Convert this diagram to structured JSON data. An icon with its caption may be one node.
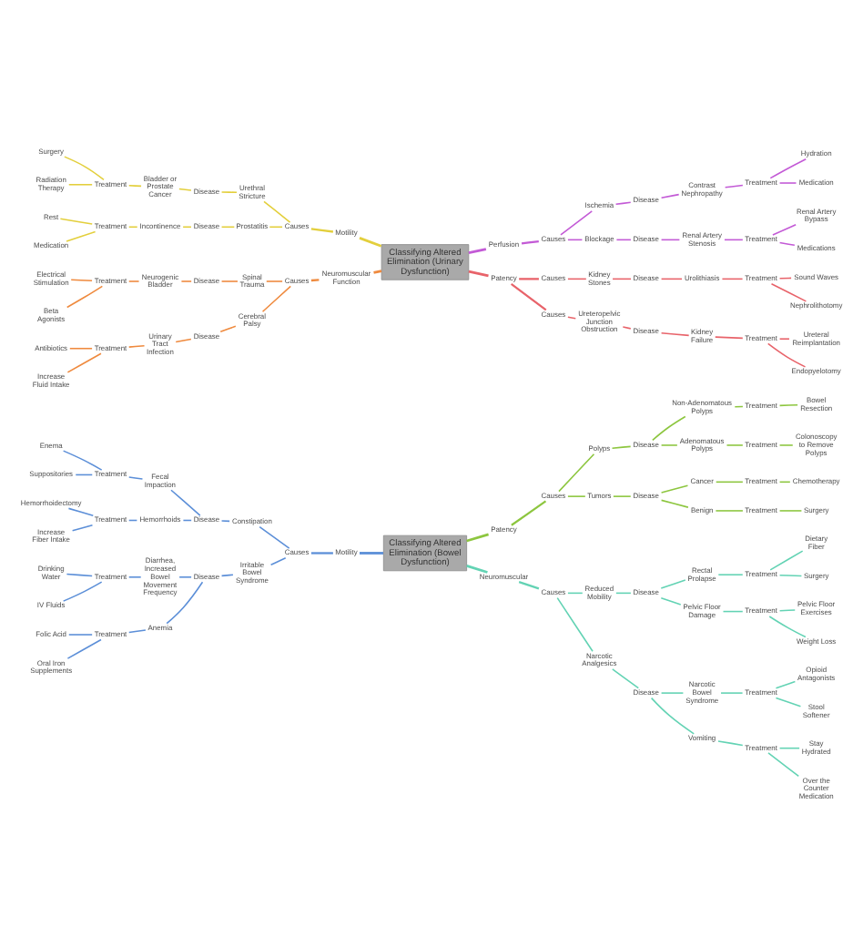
{
  "diagram": {
    "nodes": [
      {
        "text": [
          "Classifying Altered Elimination (Urinary Dysfunction)"
        ]
      },
      {
        "text": [
          "Motility"
        ]
      },
      {
        "text": [
          "Causes"
        ]
      },
      {
        "text": [
          "Urethral Stricture"
        ]
      },
      {
        "text": [
          "Disease"
        ]
      },
      {
        "text": [
          "Bladder or Prostate Cancer"
        ]
      },
      {
        "text": [
          "Treatment"
        ]
      },
      {
        "text": [
          "Surgery"
        ]
      },
      {
        "text": [
          "Radiation Therapy"
        ]
      },
      {
        "text": [
          "Prostatitis"
        ]
      },
      {
        "text": [
          "Disease"
        ]
      },
      {
        "text": [
          "Incontinence"
        ]
      },
      {
        "text": [
          "Treatment"
        ]
      },
      {
        "text": [
          "Rest"
        ]
      },
      {
        "text": [
          "Medication"
        ]
      },
      {
        "text": [
          "Neuromuscular Function"
        ]
      },
      {
        "text": [
          "Causes"
        ]
      },
      {
        "text": [
          "Spinal Trauma"
        ]
      },
      {
        "text": [
          "Disease"
        ]
      },
      {
        "text": [
          "Neurogenic Bladder"
        ]
      },
      {
        "text": [
          "Treatment"
        ]
      },
      {
        "text": [
          "Electrical Stimulation"
        ]
      },
      {
        "text": [
          "Beta Agonists"
        ]
      },
      {
        "text": [
          "Cerebral Palsy"
        ]
      },
      {
        "text": [
          "Disease"
        ]
      },
      {
        "text": [
          "Urinary Tract Infection"
        ]
      },
      {
        "text": [
          "Treatment"
        ]
      },
      {
        "text": [
          "Antibiotics"
        ]
      },
      {
        "text": [
          "Increase Fluid Intake"
        ]
      },
      {
        "text": [
          "Perfusion"
        ]
      },
      {
        "text": [
          "Causes"
        ]
      },
      {
        "text": [
          "Ischemia"
        ]
      },
      {
        "text": [
          "Disease"
        ]
      },
      {
        "text": [
          "Contrast Nephropathy"
        ]
      },
      {
        "text": [
          "Treatment"
        ]
      },
      {
        "text": [
          "Hydration"
        ]
      },
      {
        "text": [
          "Medication"
        ]
      },
      {
        "text": [
          "Blockage"
        ]
      },
      {
        "text": [
          "Disease"
        ]
      },
      {
        "text": [
          "Renal Artery Stenosis"
        ]
      },
      {
        "text": [
          "Treatment"
        ]
      },
      {
        "text": [
          "Renal Artery Bypass"
        ]
      },
      {
        "text": [
          "Medications"
        ]
      },
      {
        "text": [
          "Patency"
        ]
      },
      {
        "text": [
          "Causes"
        ]
      },
      {
        "text": [
          "Kidney Stones"
        ]
      },
      {
        "text": [
          "Disease"
        ]
      },
      {
        "text": [
          "Urolithiasis"
        ]
      },
      {
        "text": [
          "Treatment"
        ]
      },
      {
        "text": [
          "Sound Waves"
        ]
      },
      {
        "text": [
          "Nephrolithotomy"
        ]
      },
      {
        "text": [
          "Causes"
        ]
      },
      {
        "text": [
          "Ureteropelvic Junction Obstruction"
        ]
      },
      {
        "text": [
          "Disease"
        ]
      },
      {
        "text": [
          "Kidney Failure"
        ]
      },
      {
        "text": [
          "Treatment"
        ]
      },
      {
        "text": [
          "Ureteral Reimplantation"
        ]
      },
      {
        "text": [
          "Endopyelotomy"
        ]
      },
      {
        "text": [
          "Classifying Altered Elimination (Bowel Dysfunction)"
        ]
      },
      {
        "text": [
          "Motility"
        ]
      },
      {
        "text": [
          "Causes"
        ]
      },
      {
        "text": [
          "Constipation"
        ]
      },
      {
        "text": [
          "Disease"
        ]
      },
      {
        "text": [
          "Fecal Impaction"
        ]
      },
      {
        "text": [
          "Treatment"
        ]
      },
      {
        "text": [
          "Enema"
        ]
      },
      {
        "text": [
          "Suppositories"
        ]
      },
      {
        "text": [
          "Hemorrhoids"
        ]
      },
      {
        "text": [
          "Treatment"
        ]
      },
      {
        "text": [
          "Hemorrhoidectomy"
        ]
      },
      {
        "text": [
          "Increase Fiber Intake"
        ]
      },
      {
        "text": [
          "Irritable Bowel Syndrome"
        ]
      },
      {
        "text": [
          "Disease"
        ]
      },
      {
        "text": [
          "Diarrhea, Increased Bowel Movement Frequency"
        ]
      },
      {
        "text": [
          "Treatment"
        ]
      },
      {
        "text": [
          "Drinking Water"
        ]
      },
      {
        "text": [
          "IV Fluids"
        ]
      },
      {
        "text": [
          "Anemia"
        ]
      },
      {
        "text": [
          "Treatment"
        ]
      },
      {
        "text": [
          "Folic Acid"
        ]
      },
      {
        "text": [
          "Oral Iron Supplements"
        ]
      },
      {
        "text": [
          "Patency"
        ]
      },
      {
        "text": [
          "Causes"
        ]
      },
      {
        "text": [
          "Polyps"
        ]
      },
      {
        "text": [
          "Disease"
        ]
      },
      {
        "text": [
          "Non-Adenomatous Polyps"
        ]
      },
      {
        "text": [
          "Treatment"
        ]
      },
      {
        "text": [
          "Bowel Resection"
        ]
      },
      {
        "text": [
          "Adenomatous Polyps"
        ]
      },
      {
        "text": [
          "Treatment"
        ]
      },
      {
        "text": [
          "Colonoscopy to Remove Polyps"
        ]
      },
      {
        "text": [
          "Tumors"
        ]
      },
      {
        "text": [
          "Disease"
        ]
      },
      {
        "text": [
          "Cancer"
        ]
      },
      {
        "text": [
          "Treatment"
        ]
      },
      {
        "text": [
          "Chemotherapy"
        ]
      },
      {
        "text": [
          "Benign"
        ]
      },
      {
        "text": [
          "Treatment"
        ]
      },
      {
        "text": [
          "Surgery"
        ]
      },
      {
        "text": [
          "Neuromuscular"
        ]
      },
      {
        "text": [
          "Causes"
        ]
      },
      {
        "text": [
          "Reduced Mobility"
        ]
      },
      {
        "text": [
          "Disease"
        ]
      },
      {
        "text": [
          "Rectal Prolapse"
        ]
      },
      {
        "text": [
          "Treatment"
        ]
      },
      {
        "text": [
          "Dietary Fiber"
        ]
      },
      {
        "text": [
          "Surgery"
        ]
      },
      {
        "text": [
          "Pelvic Floor Damage"
        ]
      },
      {
        "text": [
          "Treatment"
        ]
      },
      {
        "text": [
          "Pelvic Floor Exercises"
        ]
      },
      {
        "text": [
          "Weight Loss"
        ]
      },
      {
        "text": [
          "Narcotic Analgesics"
        ]
      },
      {
        "text": [
          "Disease"
        ]
      },
      {
        "text": [
          "Narcotic Bowel Syndrome"
        ]
      },
      {
        "text": [
          "Treatment"
        ]
      },
      {
        "text": [
          "Opioid Antagonists"
        ]
      },
      {
        "text": [
          "Stool Softener"
        ]
      },
      {
        "text": [
          "Vomiting"
        ]
      },
      {
        "text": [
          "Treatment"
        ]
      },
      {
        "text": [
          "Stay Hydrated"
        ]
      },
      {
        "text": [
          "Over the Counter Medication"
        ]
      }
    ],
    "edges": [
      {
        "from": 0,
        "to": 1,
        "arrow": "none",
        "color": "#e3cf3c"
      },
      {
        "from": 1,
        "to": 2,
        "arrow": "none",
        "color": "#e3cf3c"
      },
      {
        "from": 2,
        "to": 3,
        "arrow": "none",
        "color": "#e3cf3c"
      },
      {
        "from": 3,
        "to": 4,
        "arrow": "none",
        "color": "#e3cf3c"
      },
      {
        "from": 4,
        "to": 5,
        "arrow": "none",
        "color": "#e3cf3c"
      },
      {
        "from": 5,
        "to": 6,
        "arrow": "none",
        "color": "#e3cf3c"
      },
      {
        "from": 6,
        "to": 7,
        "arrow": "none",
        "color": "#e3cf3c"
      },
      {
        "from": 6,
        "to": 8,
        "arrow": "none",
        "color": "#e3cf3c"
      },
      {
        "from": 2,
        "to": 9,
        "arrow": "none",
        "color": "#e3cf3c"
      },
      {
        "from": 9,
        "to": 10,
        "arrow": "none",
        "color": "#e3cf3c"
      },
      {
        "from": 10,
        "to": 11,
        "arrow": "none",
        "color": "#e3cf3c"
      },
      {
        "from": 11,
        "to": 12,
        "arrow": "none",
        "color": "#e3cf3c"
      },
      {
        "from": 12,
        "to": 13,
        "arrow": "none",
        "color": "#e3cf3c"
      },
      {
        "from": 12,
        "to": 14,
        "arrow": "none",
        "color": "#e3cf3c"
      },
      {
        "from": 0,
        "to": 15,
        "arrow": "none",
        "color": "#ef8a3e"
      },
      {
        "from": 15,
        "to": 16,
        "arrow": "none",
        "color": "#ef8a3e"
      },
      {
        "from": 16,
        "to": 17,
        "arrow": "none",
        "color": "#ef8a3e"
      },
      {
        "from": 17,
        "to": 18,
        "arrow": "none",
        "color": "#ef8a3e"
      },
      {
        "from": 18,
        "to": 19,
        "arrow": "none",
        "color": "#ef8a3e"
      },
      {
        "from": 19,
        "to": 20,
        "arrow": "none",
        "color": "#ef8a3e"
      },
      {
        "from": 20,
        "to": 21,
        "arrow": "none",
        "color": "#ef8a3e"
      },
      {
        "from": 20,
        "to": 22,
        "arrow": "none",
        "color": "#ef8a3e"
      },
      {
        "from": 16,
        "to": 23,
        "arrow": "none",
        "color": "#ef8a3e"
      },
      {
        "from": 23,
        "to": 24,
        "arrow": "none",
        "color": "#ef8a3e"
      },
      {
        "from": 24,
        "to": 25,
        "arrow": "none",
        "color": "#ef8a3e"
      },
      {
        "from": 25,
        "to": 26,
        "arrow": "none",
        "color": "#ef8a3e"
      },
      {
        "from": 26,
        "to": 27,
        "arrow": "none",
        "color": "#ef8a3e"
      },
      {
        "from": 26,
        "to": 28,
        "arrow": "none",
        "color": "#ef8a3e"
      },
      {
        "from": 0,
        "to": 29,
        "arrow": "none",
        "color": "#c35ad6"
      },
      {
        "from": 29,
        "to": 30,
        "arrow": "none",
        "color": "#c35ad6"
      },
      {
        "from": 30,
        "to": 31,
        "arrow": "none",
        "color": "#c35ad6"
      },
      {
        "from": 31,
        "to": 32,
        "arrow": "none",
        "color": "#c35ad6"
      },
      {
        "from": 32,
        "to": 33,
        "arrow": "none",
        "color": "#c35ad6"
      },
      {
        "from": 33,
        "to": 34,
        "arrow": "none",
        "color": "#c35ad6"
      },
      {
        "from": 34,
        "to": 35,
        "arrow": "none",
        "color": "#c35ad6"
      },
      {
        "from": 34,
        "to": 36,
        "arrow": "none",
        "color": "#c35ad6"
      },
      {
        "from": 30,
        "to": 37,
        "arrow": "none",
        "color": "#c35ad6"
      },
      {
        "from": 37,
        "to": 38,
        "arrow": "none",
        "color": "#c35ad6"
      },
      {
        "from": 38,
        "to": 39,
        "arrow": "none",
        "color": "#c35ad6"
      },
      {
        "from": 39,
        "to": 40,
        "arrow": "none",
        "color": "#c35ad6"
      },
      {
        "from": 40,
        "to": 41,
        "arrow": "none",
        "color": "#c35ad6"
      },
      {
        "from": 40,
        "to": 42,
        "arrow": "none",
        "color": "#c35ad6"
      },
      {
        "from": 0,
        "to": 43,
        "arrow": "none",
        "color": "#e8636a"
      },
      {
        "from": 43,
        "to": 44,
        "arrow": "none",
        "color": "#e8636a"
      },
      {
        "from": 44,
        "to": 45,
        "arrow": "none",
        "color": "#e8636a"
      },
      {
        "from": 45,
        "to": 46,
        "arrow": "none",
        "color": "#e8636a"
      },
      {
        "from": 46,
        "to": 47,
        "arrow": "none",
        "color": "#e8636a"
      },
      {
        "from": 47,
        "to": 48,
        "arrow": "none",
        "color": "#e8636a"
      },
      {
        "from": 48,
        "to": 49,
        "arrow": "none",
        "color": "#e8636a"
      },
      {
        "from": 48,
        "to": 50,
        "arrow": "none",
        "color": "#e8636a"
      },
      {
        "from": 43,
        "to": 51,
        "arrow": "none",
        "color": "#e8636a"
      },
      {
        "from": 51,
        "to": 52,
        "arrow": "none",
        "color": "#e8636a"
      },
      {
        "from": 52,
        "to": 53,
        "arrow": "none",
        "color": "#e8636a"
      },
      {
        "from": 53,
        "to": 54,
        "arrow": "none",
        "color": "#e8636a"
      },
      {
        "from": 54,
        "to": 55,
        "arrow": "none",
        "color": "#e8636a"
      },
      {
        "from": 55,
        "to": 56,
        "arrow": "none",
        "color": "#e8636a"
      },
      {
        "from": 55,
        "to": 57,
        "arrow": "none",
        "color": "#e8636a"
      },
      {
        "from": 58,
        "to": 59,
        "arrow": "none",
        "color": "#5c8fd8"
      },
      {
        "from": 59,
        "to": 60,
        "arrow": "none",
        "color": "#5c8fd8"
      },
      {
        "from": 60,
        "to": 61,
        "arrow": "none",
        "color": "#5c8fd8"
      },
      {
        "from": 61,
        "to": 62,
        "arrow": "none",
        "color": "#5c8fd8"
      },
      {
        "from": 62,
        "to": 63,
        "arrow": "none",
        "color": "#5c8fd8"
      },
      {
        "from": 63,
        "to": 64,
        "arrow": "none",
        "color": "#5c8fd8"
      },
      {
        "from": 64,
        "to": 65,
        "arrow": "none",
        "color": "#5c8fd8"
      },
      {
        "from": 64,
        "to": 66,
        "arrow": "none",
        "color": "#5c8fd8"
      },
      {
        "from": 62,
        "to": 67,
        "arrow": "none",
        "color": "#5c8fd8"
      },
      {
        "from": 67,
        "to": 68,
        "arrow": "none",
        "color": "#5c8fd8"
      },
      {
        "from": 68,
        "to": 69,
        "arrow": "none",
        "color": "#5c8fd8"
      },
      {
        "from": 68,
        "to": 70,
        "arrow": "none",
        "color": "#5c8fd8"
      },
      {
        "from": 60,
        "to": 71,
        "arrow": "none",
        "color": "#5c8fd8"
      },
      {
        "from": 71,
        "to": 72,
        "arrow": "none",
        "color": "#5c8fd8"
      },
      {
        "from": 72,
        "to": 73,
        "arrow": "none",
        "color": "#5c8fd8"
      },
      {
        "from": 73,
        "to": 74,
        "arrow": "none",
        "color": "#5c8fd8"
      },
      {
        "from": 74,
        "to": 75,
        "arrow": "none",
        "color": "#5c8fd8"
      },
      {
        "from": 74,
        "to": 76,
        "arrow": "none",
        "color": "#5c8fd8"
      },
      {
        "from": 72,
        "to": 77,
        "arrow": "none",
        "color": "#5c8fd8"
      },
      {
        "from": 77,
        "to": 78,
        "arrow": "none",
        "color": "#5c8fd8"
      },
      {
        "from": 78,
        "to": 79,
        "arrow": "none",
        "color": "#5c8fd8"
      },
      {
        "from": 78,
        "to": 80,
        "arrow": "none",
        "color": "#5c8fd8"
      },
      {
        "from": 58,
        "to": 81,
        "arrow": "none",
        "color": "#8dc63f"
      },
      {
        "from": 81,
        "to": 82,
        "arrow": "none",
        "color": "#8dc63f"
      },
      {
        "from": 82,
        "to": 83,
        "arrow": "none",
        "color": "#8dc63f"
      },
      {
        "from": 83,
        "to": 84,
        "arrow": "none",
        "color": "#8dc63f"
      },
      {
        "from": 84,
        "to": 85,
        "arrow": "none",
        "color": "#8dc63f"
      },
      {
        "from": 85,
        "to": 86,
        "arrow": "none",
        "color": "#8dc63f"
      },
      {
        "from": 86,
        "to": 87,
        "arrow": "none",
        "color": "#8dc63f"
      },
      {
        "from": 84,
        "to": 88,
        "arrow": "none",
        "color": "#8dc63f"
      },
      {
        "from": 88,
        "to": 89,
        "arrow": "none",
        "color": "#8dc63f"
      },
      {
        "from": 89,
        "to": 90,
        "arrow": "none",
        "color": "#8dc63f"
      },
      {
        "from": 82,
        "to": 91,
        "arrow": "none",
        "color": "#8dc63f"
      },
      {
        "from": 91,
        "to": 92,
        "arrow": "none",
        "color": "#8dc63f"
      },
      {
        "from": 92,
        "to": 93,
        "arrow": "none",
        "color": "#8dc63f"
      },
      {
        "from": 93,
        "to": 94,
        "arrow": "none",
        "color": "#8dc63f"
      },
      {
        "from": 94,
        "to": 95,
        "arrow": "none",
        "color": "#8dc63f"
      },
      {
        "from": 92,
        "to": 96,
        "arrow": "none",
        "color": "#8dc63f"
      },
      {
        "from": 96,
        "to": 97,
        "arrow": "none",
        "color": "#8dc63f"
      },
      {
        "from": 97,
        "to": 98,
        "arrow": "none",
        "color": "#8dc63f"
      },
      {
        "from": 58,
        "to": 99,
        "arrow": "none",
        "color": "#63d3b4"
      },
      {
        "from": 99,
        "to": 100,
        "arrow": "none",
        "color": "#63d3b4"
      },
      {
        "from": 100,
        "to": 101,
        "arrow": "none",
        "color": "#63d3b4"
      },
      {
        "from": 101,
        "to": 102,
        "arrow": "none",
        "color": "#63d3b4"
      },
      {
        "from": 102,
        "to": 103,
        "arrow": "none",
        "color": "#63d3b4"
      },
      {
        "from": 103,
        "to": 104,
        "arrow": "none",
        "color": "#63d3b4"
      },
      {
        "from": 104,
        "to": 105,
        "arrow": "none",
        "color": "#63d3b4"
      },
      {
        "from": 104,
        "to": 106,
        "arrow": "none",
        "color": "#63d3b4"
      },
      {
        "from": 102,
        "to": 107,
        "arrow": "none",
        "color": "#63d3b4"
      },
      {
        "from": 107,
        "to": 108,
        "arrow": "none",
        "color": "#63d3b4"
      },
      {
        "from": 108,
        "to": 109,
        "arrow": "none",
        "color": "#63d3b4"
      },
      {
        "from": 108,
        "to": 110,
        "arrow": "none",
        "color": "#63d3b4"
      },
      {
        "from": 100,
        "to": 111,
        "arrow": "none",
        "color": "#63d3b4"
      },
      {
        "from": 111,
        "to": 112,
        "arrow": "none",
        "color": "#63d3b4"
      },
      {
        "from": 112,
        "to": 113,
        "arrow": "none",
        "color": "#63d3b4"
      },
      {
        "from": 113,
        "to": 114,
        "arrow": "none",
        "color": "#63d3b4"
      },
      {
        "from": 114,
        "to": 115,
        "arrow": "none",
        "color": "#63d3b4"
      },
      {
        "from": 114,
        "to": 116,
        "arrow": "none",
        "color": "#63d3b4"
      },
      {
        "from": 112,
        "to": 117,
        "arrow": "none",
        "color": "#63d3b4"
      },
      {
        "from": 117,
        "to": 118,
        "arrow": "none",
        "color": "#63d3b4"
      },
      {
        "from": 118,
        "to": 119,
        "arrow": "none",
        "color": "#63d3b4"
      },
      {
        "from": 118,
        "to": 120,
        "arrow": "none",
        "color": "#63d3b4"
      }
    ]
  }
}
